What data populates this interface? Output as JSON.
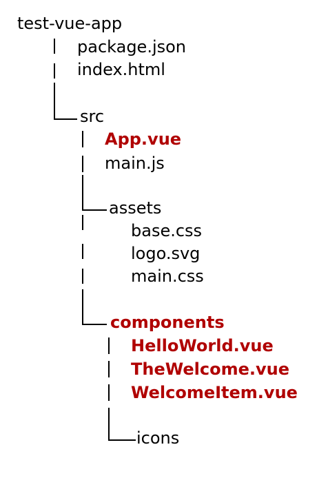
{
  "colors": {
    "text": "#000000",
    "highlight": "#b00000"
  },
  "tree": {
    "root": "test-vue-app",
    "root_files": [
      "package.json",
      "index.html"
    ],
    "src": {
      "label": "src",
      "files": [
        "App.vue",
        "main.js"
      ],
      "assets": {
        "label": "assets",
        "files": [
          "base.css",
          "logo.svg",
          "main.css"
        ]
      },
      "components": {
        "label": "components",
        "files": [
          "HelloWorld.vue",
          "TheWelcome.vue",
          "WelcomeItem.vue"
        ],
        "icons": {
          "label": "icons"
        }
      }
    }
  }
}
